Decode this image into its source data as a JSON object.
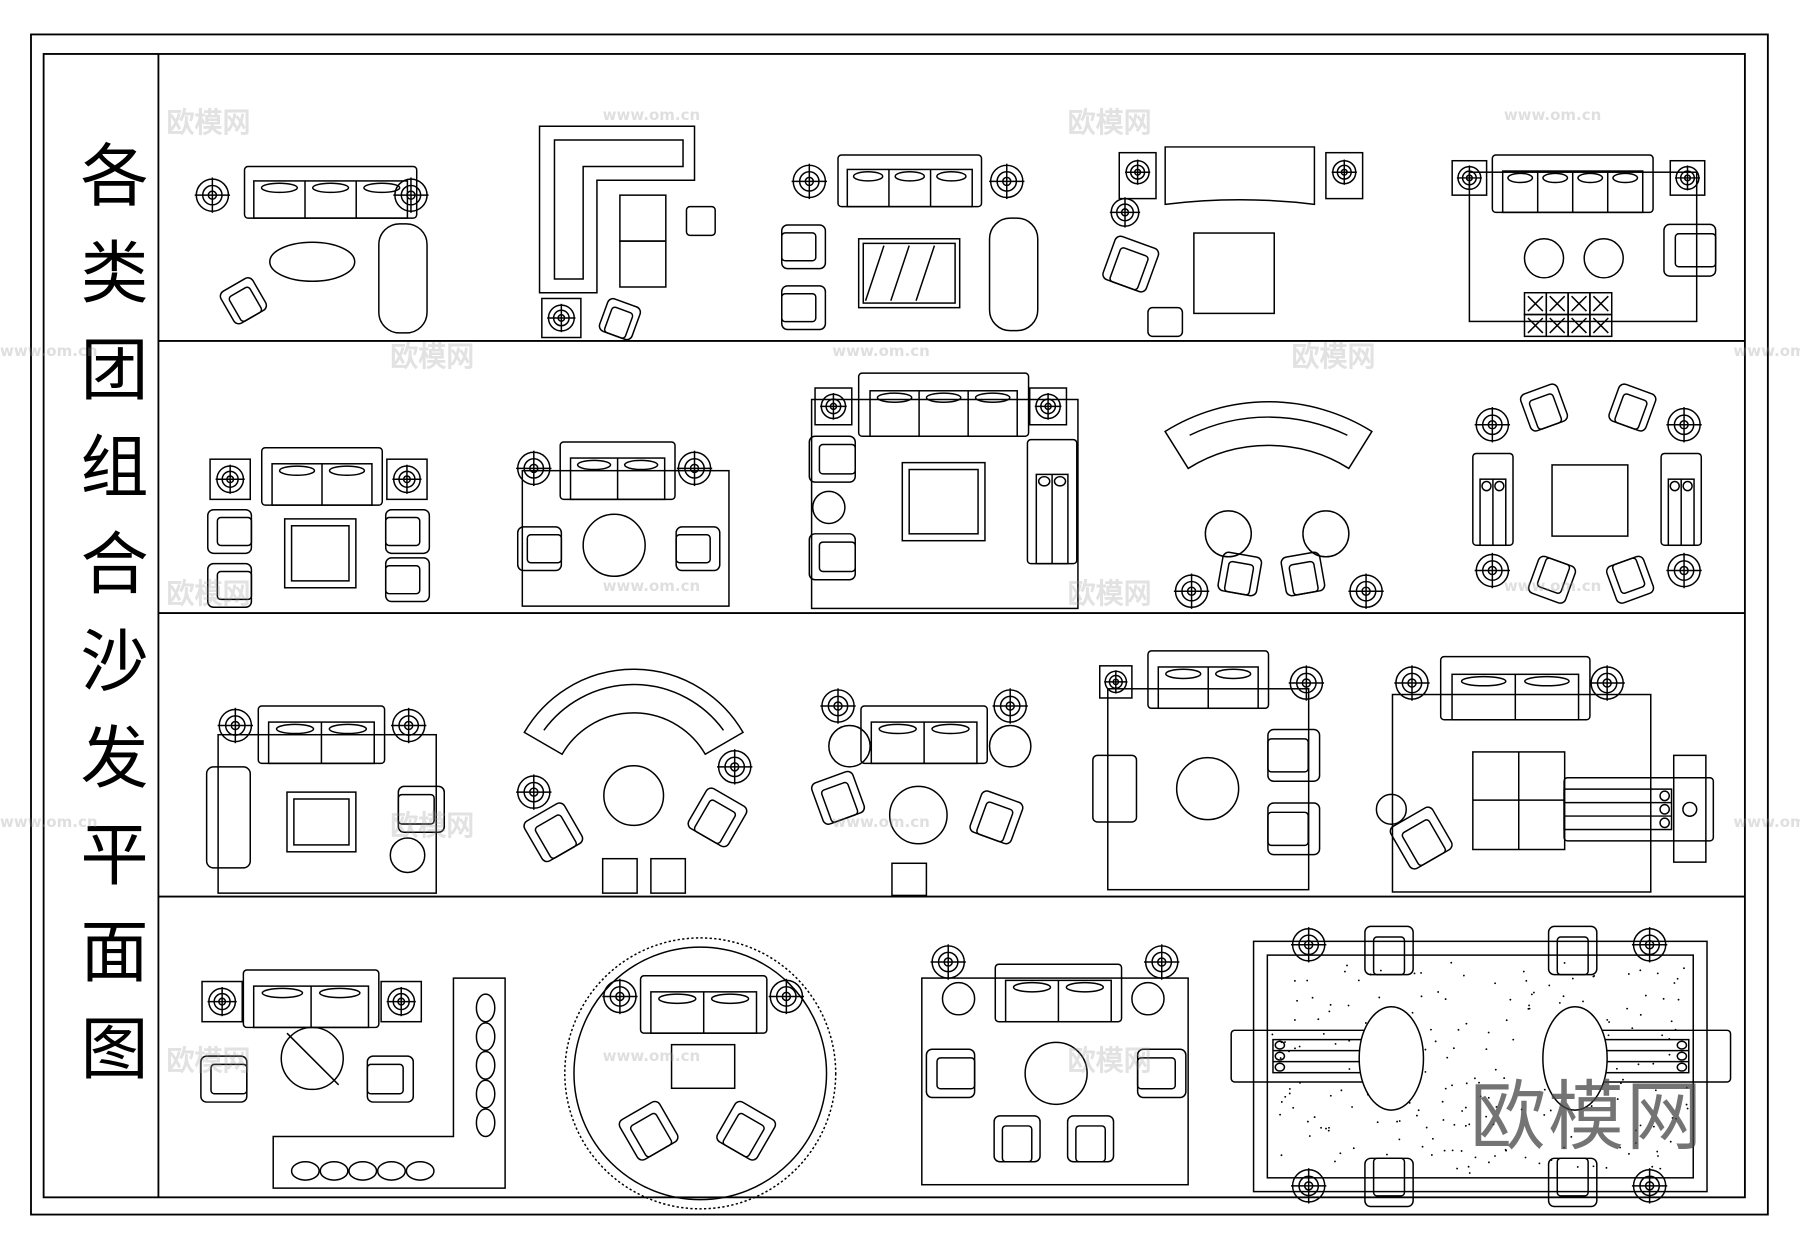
{
  "title": "各类团组合沙发平面图",
  "watermark": {
    "brand": "欧模网",
    "url": "www.om.cn"
  },
  "colors": {
    "line": "#000000",
    "background": "#ffffff"
  }
}
